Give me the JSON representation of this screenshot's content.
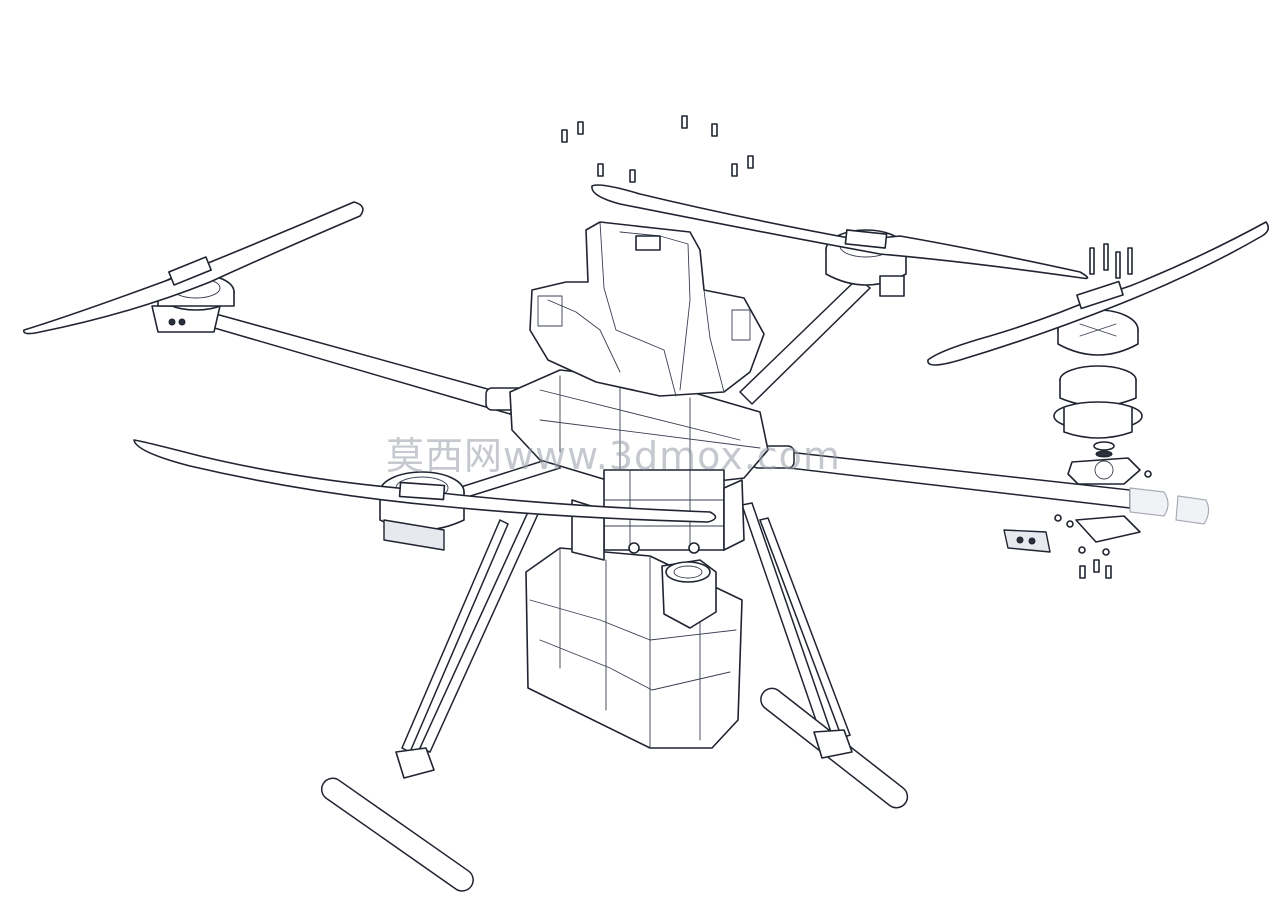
{
  "watermark": {
    "text": "莫西网www.3dmox.com"
  },
  "colors": {
    "line": "#1f2430",
    "fill": "#ffffff",
    "shade": "#e8e9ee",
    "watermark": "#969ba5"
  },
  "parts": [
    "propeller-front-left",
    "propeller-front-right",
    "propeller-rear-left",
    "propeller-rear-right-exploded",
    "motor",
    "arm-tube",
    "canopy",
    "frame-center",
    "spray-tank",
    "landing-gear-left",
    "landing-gear-right",
    "screws"
  ]
}
